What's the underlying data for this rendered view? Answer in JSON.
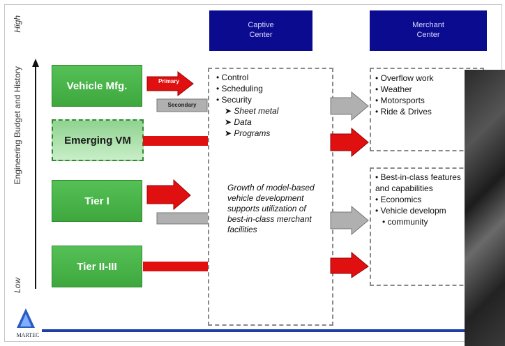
{
  "axis": {
    "high": "High",
    "low": "Low",
    "title": "Engineering Budget and History"
  },
  "headers": {
    "captive": "Captive\nCenter",
    "merchant": "Merchant\nCenter"
  },
  "tiers": [
    {
      "label": "Vehicle Mfg."
    },
    {
      "label": "Emerging VM"
    },
    {
      "label": "Tier I"
    },
    {
      "label": "Tier II-III"
    }
  ],
  "arrow_labels": {
    "primary": "Primary",
    "secondary": "Secondary"
  },
  "captive_box": {
    "items": [
      "Control",
      "Scheduling",
      "Security"
    ],
    "subitems": [
      "Sheet metal",
      "Data",
      "Programs"
    ],
    "note": "Growth of model-based vehicle development supports utilization of best-in-class merchant facilities"
  },
  "merchant_top": {
    "items": [
      "Overflow work",
      "Weather",
      "Motorsports",
      "Ride & Drives"
    ]
  },
  "merchant_bottom": {
    "items": [
      "Best-in-class features and capabilities",
      "Economics",
      "Vehicle developm",
      "community"
    ]
  },
  "logo": {
    "text": "MARTEC"
  },
  "colors": {
    "header_bg": "#0b0b8f",
    "tier_green": "#3ea83e",
    "arrow_red": "#e01010",
    "arrow_gray": "#b0b0b0"
  }
}
